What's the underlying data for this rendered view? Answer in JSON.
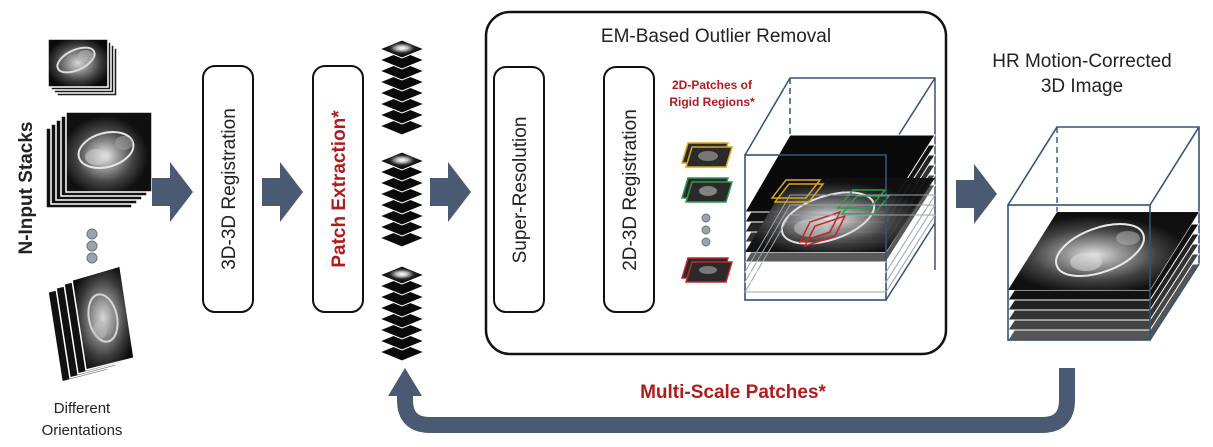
{
  "labels": {
    "input_stacks": "N-Input Stacks",
    "orientations_line1": "Different",
    "orientations_line2": "Orientations",
    "reg_3d3d": "3D-3D Registration",
    "patch_extraction": "Patch Extraction*",
    "em_title": "EM-Based Outlier Removal",
    "super_resolution": "Super-Resolution",
    "reg_2d3d": "2D-3D Registration",
    "rigid_line1": "2D-Patches of",
    "rigid_line2": "Rigid Regions*",
    "output_line1": "HR Motion-Corrected",
    "output_line2": "3D Image",
    "multiscale": "Multi-Scale Patches*"
  },
  "colors": {
    "arrow": "#4a5a73",
    "highlight_red": "#b01c1c",
    "box_blue": "#33527a",
    "patch_yellow": "#d9a520",
    "patch_green": "#2e9a4a",
    "patch_red": "#c0282c",
    "dot_gray": "#9aa3ad"
  },
  "icons": [
    "mri-slice-stack",
    "right-arrow",
    "left-arrow",
    "patch-stack",
    "3d-volume",
    "ellipsis-dots",
    "feedback-arrow"
  ]
}
